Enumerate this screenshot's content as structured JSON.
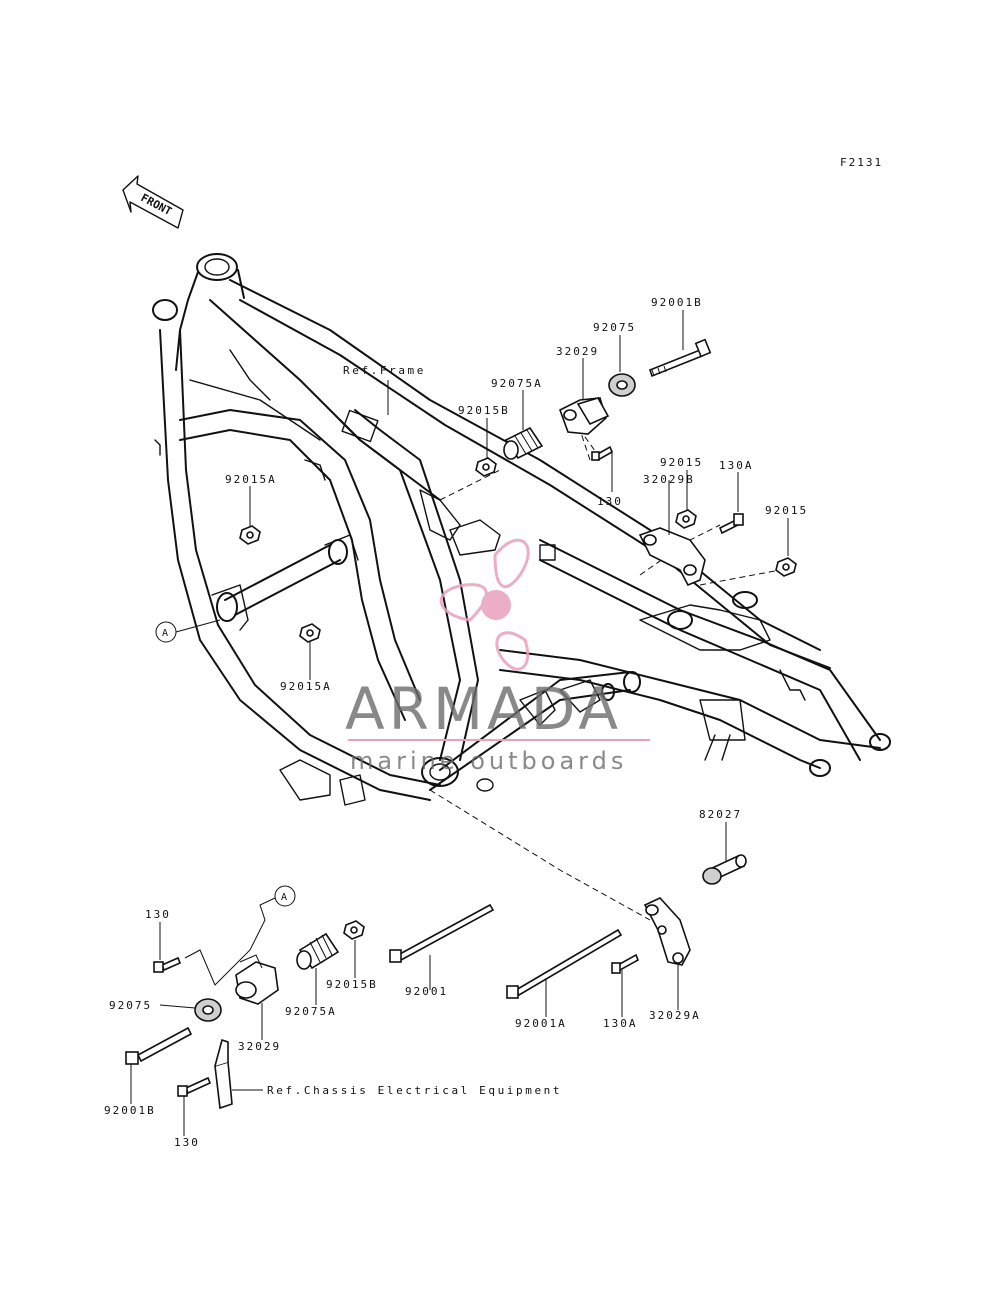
{
  "figure_code": "F2131",
  "front_label": "FRONT",
  "references": {
    "frame": "Ref.Frame",
    "electrical": "Ref.Chassis Electrical Equipment"
  },
  "callout": "A",
  "watermark": {
    "main": "ARMADA",
    "sub": "marine outboards",
    "accent_color": "#e8a0bc",
    "text_color": "#6b6b6b"
  },
  "labels": {
    "p92001B_top": "92001B",
    "p92075_top": "92075",
    "p32029_top": "32029",
    "p92075A_top": "92075A",
    "p92015B_top": "92015B",
    "p130_top": "130",
    "p92015_mid": "92015",
    "p130A_top": "130A",
    "p32029B": "32029B",
    "p92015_right": "92015",
    "p92015A_upper": "92015A",
    "p92015A_lower": "92015A",
    "p82027": "82027",
    "p130_bl": "130",
    "p92015B_bl": "92015B",
    "p92075A_bl": "92075A",
    "p92075_bl": "92075",
    "p32029_bl": "32029",
    "p92001B_bl": "92001B",
    "p130_bottom": "130",
    "p92001": "92001",
    "p92001A": "92001A",
    "p130A_bottom": "130A",
    "p32029A": "32029A"
  }
}
